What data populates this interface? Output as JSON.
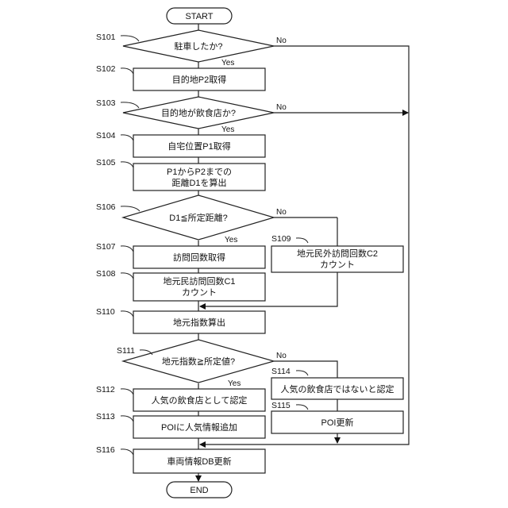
{
  "flowchart": {
    "terminals": {
      "start": "START",
      "end": "END"
    },
    "steps": {
      "S101": {
        "id": "S101",
        "type": "decision",
        "text": "駐車したか?"
      },
      "S102": {
        "id": "S102",
        "type": "process",
        "text": "目的地P2取得"
      },
      "S103": {
        "id": "S103",
        "type": "decision",
        "text": "目的地が飲食店か?"
      },
      "S104": {
        "id": "S104",
        "type": "process",
        "text": "自宅位置P1取得"
      },
      "S105": {
        "id": "S105",
        "type": "process",
        "line1": "P1からP2までの",
        "line2": "距離D1を算出"
      },
      "S106": {
        "id": "S106",
        "type": "decision",
        "text": "D1≦所定距離?"
      },
      "S107": {
        "id": "S107",
        "type": "process",
        "text": "訪問回数取得"
      },
      "S108": {
        "id": "S108",
        "type": "process",
        "line1": "地元民訪問回数C1",
        "line2": "カウント"
      },
      "S109": {
        "id": "S109",
        "type": "process",
        "line1": "地元民外訪問回数C2",
        "line2": "カウント"
      },
      "S110": {
        "id": "S110",
        "type": "process",
        "text": "地元指数算出"
      },
      "S111": {
        "id": "S111",
        "type": "decision",
        "text": "地元指数≧所定値?"
      },
      "S112": {
        "id": "S112",
        "type": "process",
        "text": "人気の飲食店として認定"
      },
      "S113": {
        "id": "S113",
        "type": "process",
        "text": "POIに人気情報追加"
      },
      "S114": {
        "id": "S114",
        "type": "process",
        "text": "人気の飲食店ではないと認定"
      },
      "S115": {
        "id": "S115",
        "type": "process",
        "text": "POI更新"
      },
      "S116": {
        "id": "S116",
        "type": "process",
        "text": "車両情報DB更新"
      }
    },
    "branch_labels": {
      "yes": "Yes",
      "no": "No"
    }
  }
}
